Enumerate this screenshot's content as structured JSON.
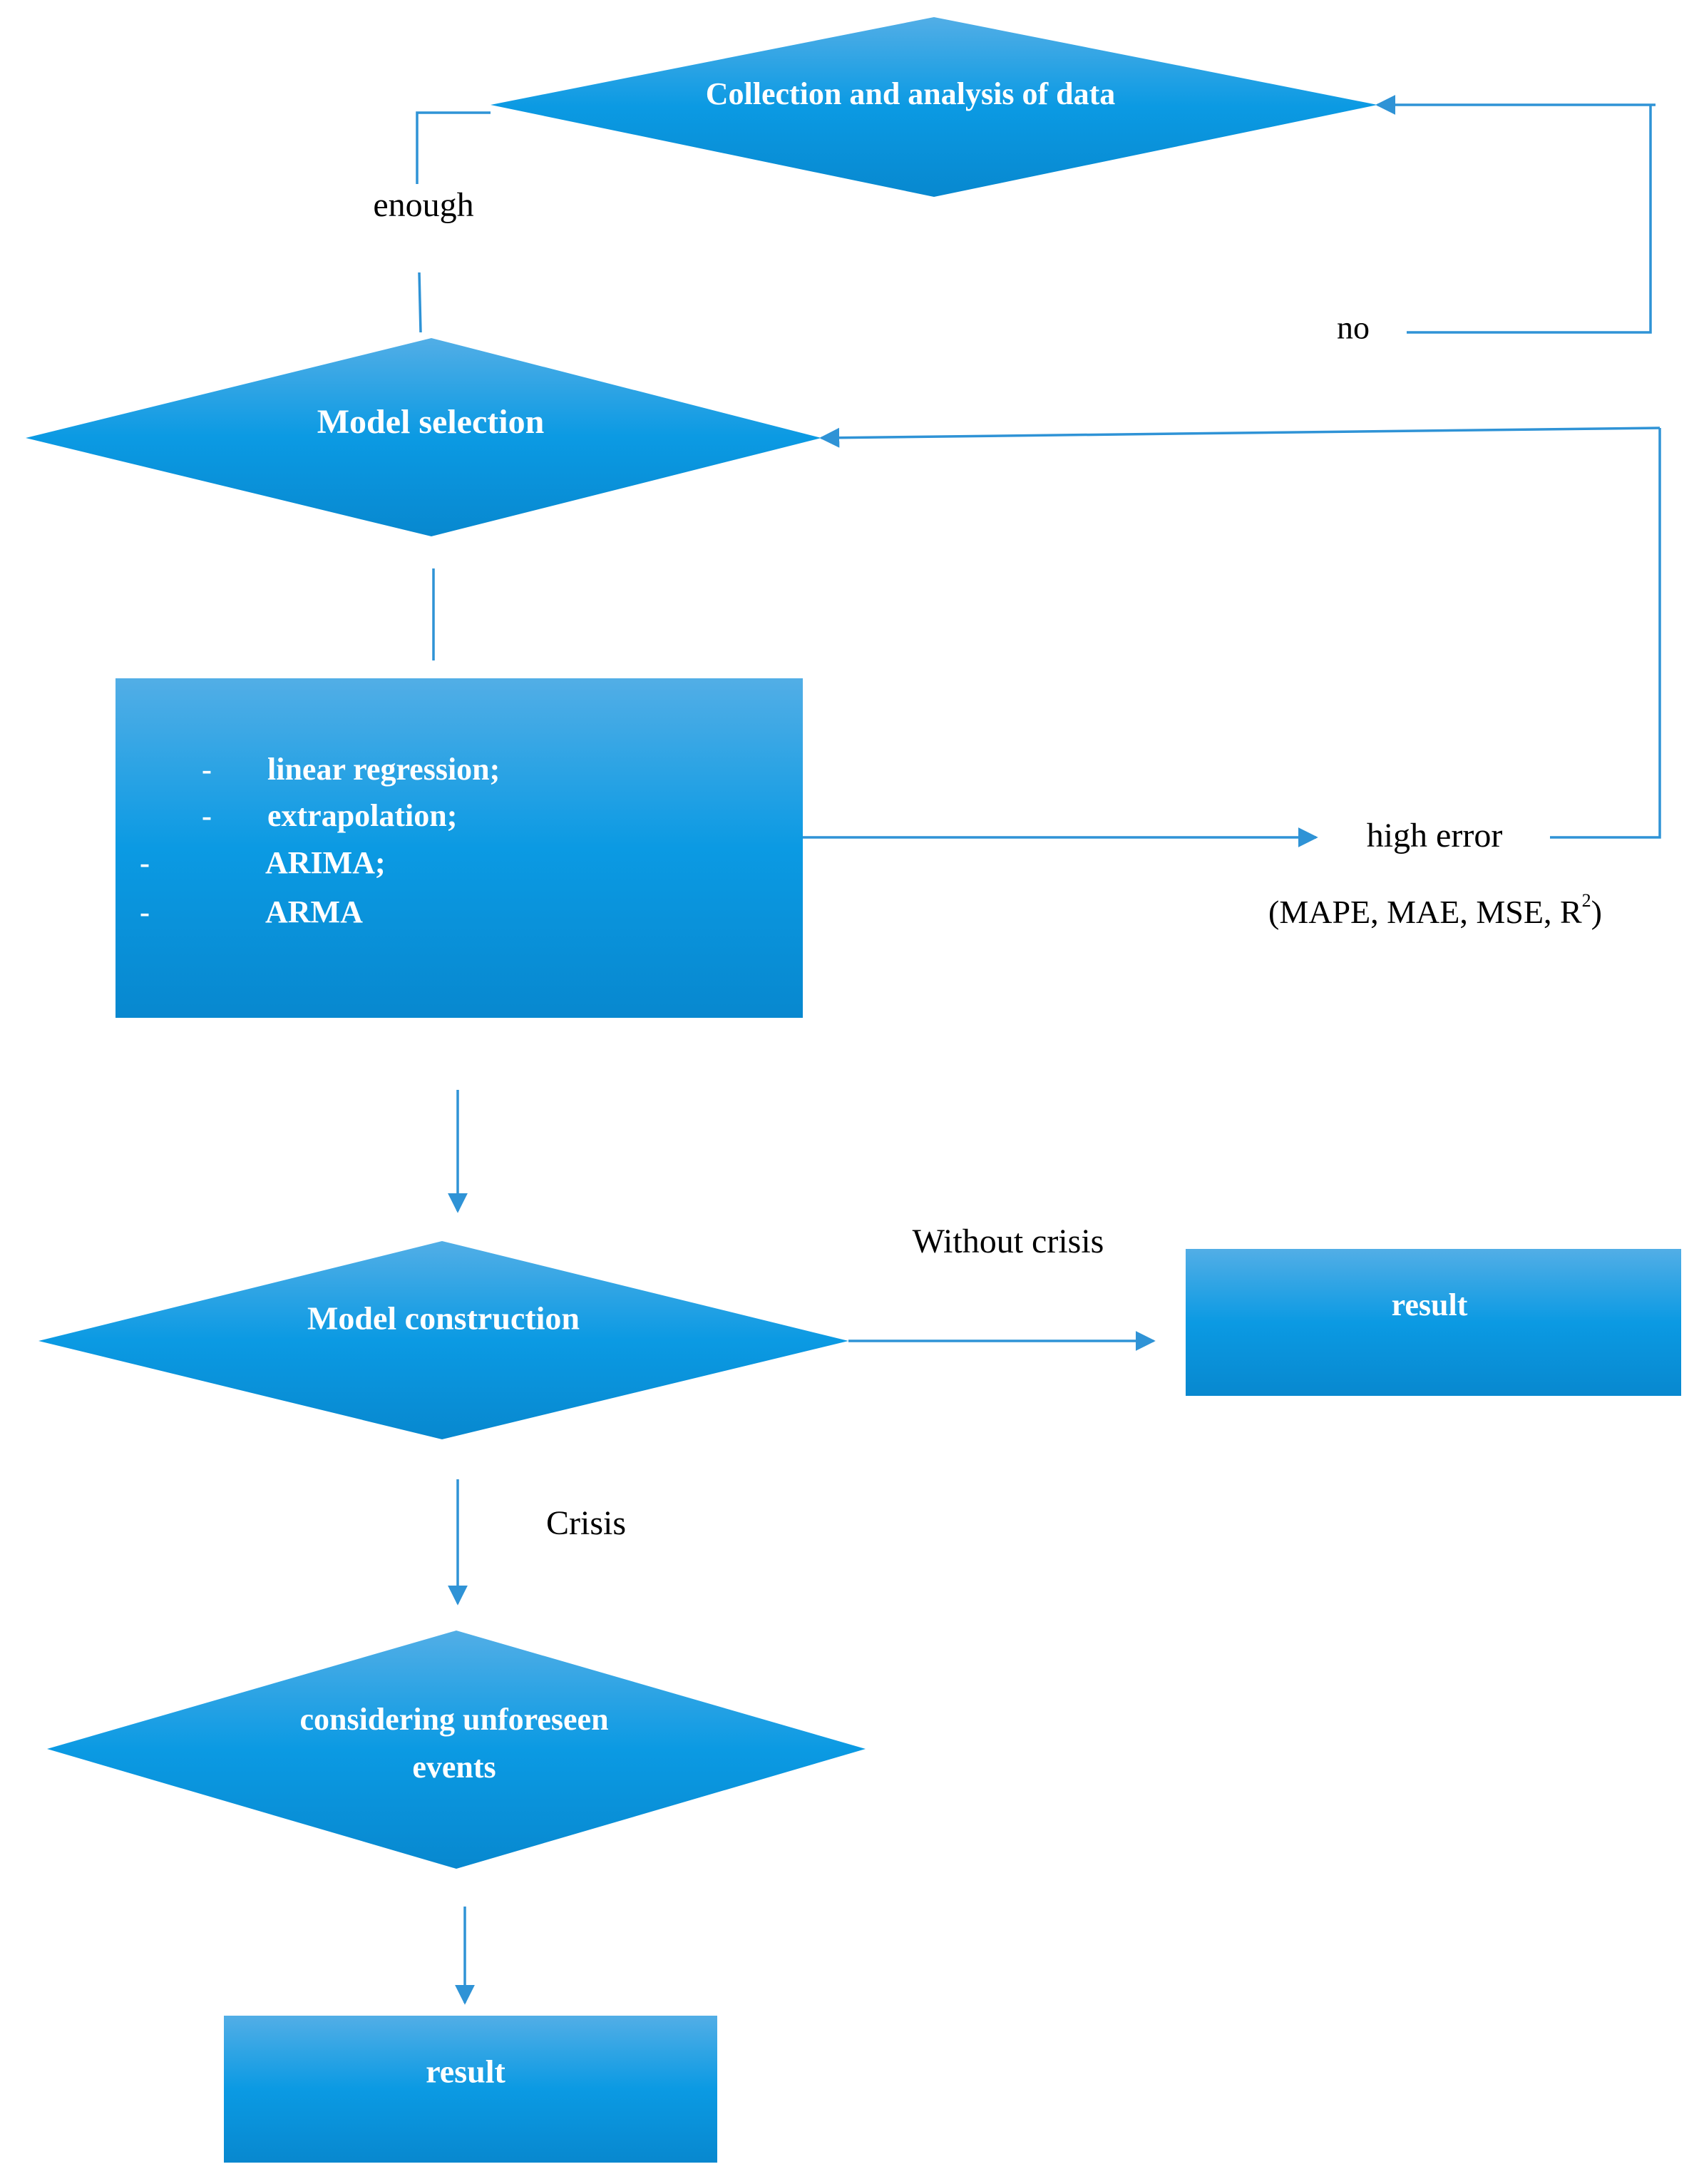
{
  "diagram": {
    "nodes": {
      "collection": {
        "label": "Collection and analysis of data"
      },
      "model_selection": {
        "label": "Model selection"
      },
      "methods": {
        "items": [
          {
            "bullet": "-",
            "text": "linear regression;"
          },
          {
            "bullet": "-",
            "text": "extrapolation;"
          },
          {
            "bullet": "-",
            "text": "ARIMA;"
          },
          {
            "bullet": "-",
            "text": "ARMA"
          }
        ]
      },
      "model_construction": {
        "label": "Model construction"
      },
      "result_right": {
        "label": "result"
      },
      "unforeseen": {
        "line1": "considering unforeseen",
        "line2": "events"
      },
      "result_bottom": {
        "label": "result"
      }
    },
    "edge_labels": {
      "enough": "enough",
      "no": "no",
      "high_error": "high error",
      "metrics": "(MAPE, MAE, MSE, R",
      "metrics_sup": "2",
      "metrics_close": ")",
      "without_crisis": "Without crisis",
      "crisis": "Crisis"
    }
  },
  "colors": {
    "shape_fill_top": "#52aee6",
    "shape_fill_mid": "#0b9ae3",
    "shape_fill_bottom": "#0888cf",
    "connector": "#2f93d6",
    "node_text": "#ffffff",
    "label_text": "#000000"
  }
}
